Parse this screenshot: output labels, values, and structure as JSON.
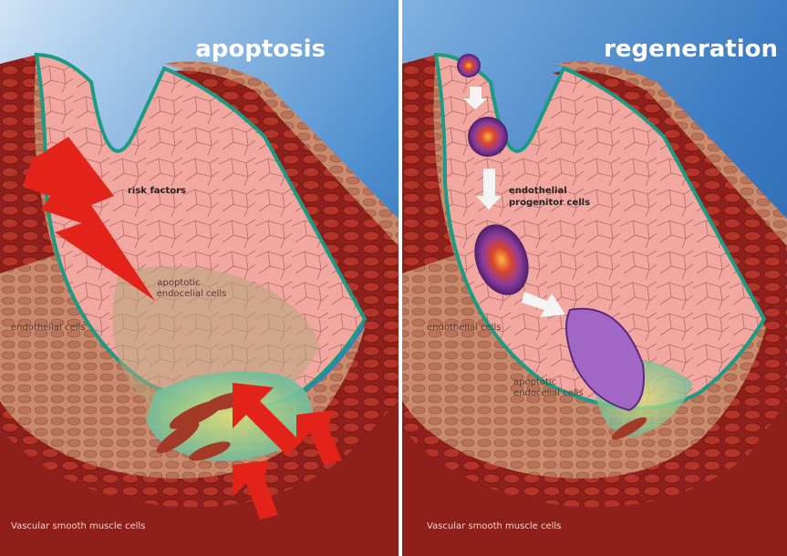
{
  "panels": {
    "left": {
      "title": "apoptosis",
      "labels": {
        "risk": "risk factors",
        "apoptotic_line1": "apoptotic",
        "apoptotic_line2": "endocelial cells",
        "endothelial": "endothelial cells",
        "vsmc": "Vascular smooth muscle cells"
      }
    },
    "right": {
      "title": "regeneration",
      "labels": {
        "epc_line1": "endothelial",
        "epc_line2": "progenitor cells",
        "endothelial": "endothelial cells",
        "apoptotic_line1": "apoptotic",
        "apoptotic_line2": "endocelial cells",
        "vsmc": "Vascular smooth muscle cells"
      }
    }
  },
  "colors": {
    "sky_top": "#2f6fb6",
    "sky_bottom": "#cfe3f5",
    "endothelium": "#f2a8a0",
    "cell_lines": "#a8554e",
    "smooth_muscle": "#8e1f1a",
    "muscle_cells": "#b5342a",
    "intima_border": "#1c9b84",
    "adventitia": "#c98b6b",
    "lightning": "#e32219",
    "arrow_red": "#e32219",
    "progenitor": "#7a3aa0"
  }
}
